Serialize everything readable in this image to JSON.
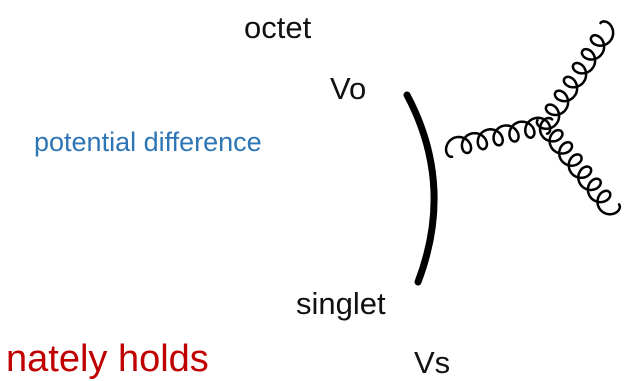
{
  "labels": {
    "octet": "octet",
    "vo": "Vo",
    "potential_difference": "potential difference",
    "singlet": "singlet",
    "vs": "Vs",
    "approx_holds": "nately holds"
  },
  "colors": {
    "text": "#111111",
    "blue_label": "#2e75b6",
    "red_label": "#c00000",
    "line": "#000000"
  },
  "icons": {
    "gluon_vertex": "three-gluon-vertex-icon"
  }
}
